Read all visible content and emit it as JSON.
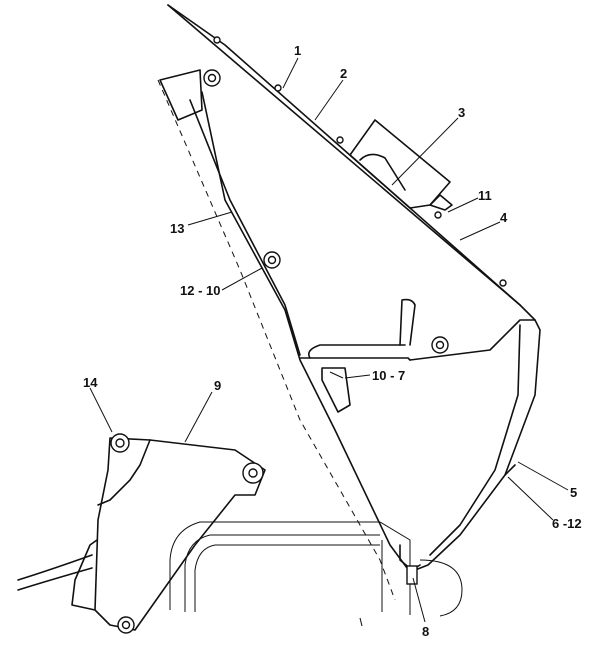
{
  "callouts": [
    {
      "id": "c1",
      "text": "1"
    },
    {
      "id": "c2",
      "text": "2"
    },
    {
      "id": "c3",
      "text": "3"
    },
    {
      "id": "c11",
      "text": "11"
    },
    {
      "id": "c4",
      "text": "4"
    },
    {
      "id": "c13",
      "text": "13"
    },
    {
      "id": "c12",
      "text": "12 - 10"
    },
    {
      "id": "c107",
      "text": "10 - 7"
    },
    {
      "id": "c14",
      "text": "14"
    },
    {
      "id": "c9",
      "text": "9"
    },
    {
      "id": "c5",
      "text": "5"
    },
    {
      "id": "c612",
      "text": "6 -12"
    },
    {
      "id": "c8",
      "text": "8"
    }
  ]
}
